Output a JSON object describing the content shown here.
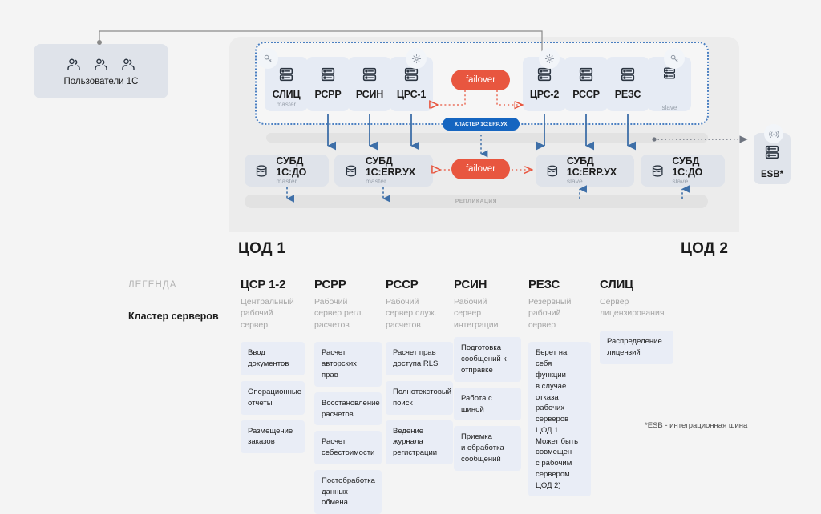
{
  "users_box": {
    "label": "Пользователи 1С",
    "icon": "users-icon"
  },
  "datacenters": [
    {
      "label": "ЦОД 1"
    },
    {
      "label": "ЦОД 2"
    }
  ],
  "cluster": {
    "badge": "КЛАСТЕР 1С:ERP.УХ",
    "servers": [
      {
        "name": "СЛИЦ",
        "sub": "master",
        "badge_icon": "key-icon"
      },
      {
        "name": "РСРР",
        "sub": "",
        "badge_icon": ""
      },
      {
        "name": "РСИН",
        "sub": "",
        "badge_icon": ""
      },
      {
        "name": "ЦРС-1",
        "sub": "",
        "badge_icon": "gear-icon"
      },
      {
        "name": "ЦРС-2",
        "sub": "",
        "badge_icon": "gear-icon"
      },
      {
        "name": "РССР",
        "sub": "",
        "badge_icon": ""
      },
      {
        "name": "РЕЗС",
        "sub": "",
        "badge_icon": ""
      },
      {
        "name": "",
        "sub": "slave",
        "badge_icon": "key-icon"
      }
    ]
  },
  "failover": {
    "top_label": "failover",
    "db_label": "failover"
  },
  "databases": [
    {
      "name": "СУБД 1С:ДО",
      "sub": "master"
    },
    {
      "name": "СУБД 1С:ERP.УХ",
      "sub": "master"
    },
    {
      "name": "СУБД 1С:ERP.УХ",
      "sub": "slave"
    },
    {
      "name": "СУБД 1С:ДО",
      "sub": "slave"
    }
  ],
  "replication": {
    "label": "РЕПЛИКАЦИЯ"
  },
  "esb": {
    "label": "ESB*",
    "badge_icon": "broadcast-icon"
  },
  "legend": {
    "title": "ЛЕГЕНДА",
    "subtitle": "Кластер серверов",
    "columns": [
      {
        "code": "ЦСР 1-2",
        "desc": "Центральный\nрабочий\nсервер",
        "chips": [
          "Ввод документов",
          "Операционные\nотчеты",
          "Размещение\nзаказов"
        ]
      },
      {
        "code": "РСРР",
        "desc": "Рабочий\nсервер регл.\nрасчетов",
        "chips": [
          "Расчет авторских\nправ",
          "Восстановление\nрасчетов",
          "Расчет\nсебестоимости",
          "Постобработка\nданных обмена"
        ]
      },
      {
        "code": "РССР",
        "desc": "Рабочий\nсервер служ.\nрасчетов",
        "chips": [
          "Расчет прав\nдоступа RLS",
          "Полнотекстовый\nпоиск",
          "Ведение журнала\nрегистрации"
        ]
      },
      {
        "code": "РСИН",
        "desc": "Рабочий\nсервер\nинтеграции",
        "chips": [
          "Подготовка\nсообщений к\nотправке",
          "Работа с шиной",
          "Приемка\nи обработка\nсообщений"
        ]
      },
      {
        "code": "РЕЗС",
        "desc": "Резервный\nрабочий\nсервер",
        "chips": [
          "Берет на себя\nфункции\nв случае отказа\nрабочих\nсерверов ЦОД 1.\nМожет быть\nсовмещен\nс рабочим\nсервером ЦОД 2)"
        ]
      },
      {
        "code": "СЛИЦ",
        "desc": "Сервер\nлицензирования",
        "chips": [
          "Распределение\nлицензий"
        ]
      }
    ]
  },
  "footnote": "*ESB - интеграционная шина",
  "colors": {
    "accent_red": "#e8563f",
    "badge_blue": "#1565c0",
    "arrow_blue": "#3e6fa8",
    "card_blue": "#e6ebf4",
    "panel_gray": "#ececec",
    "page_bg": "#f4f4f4"
  }
}
